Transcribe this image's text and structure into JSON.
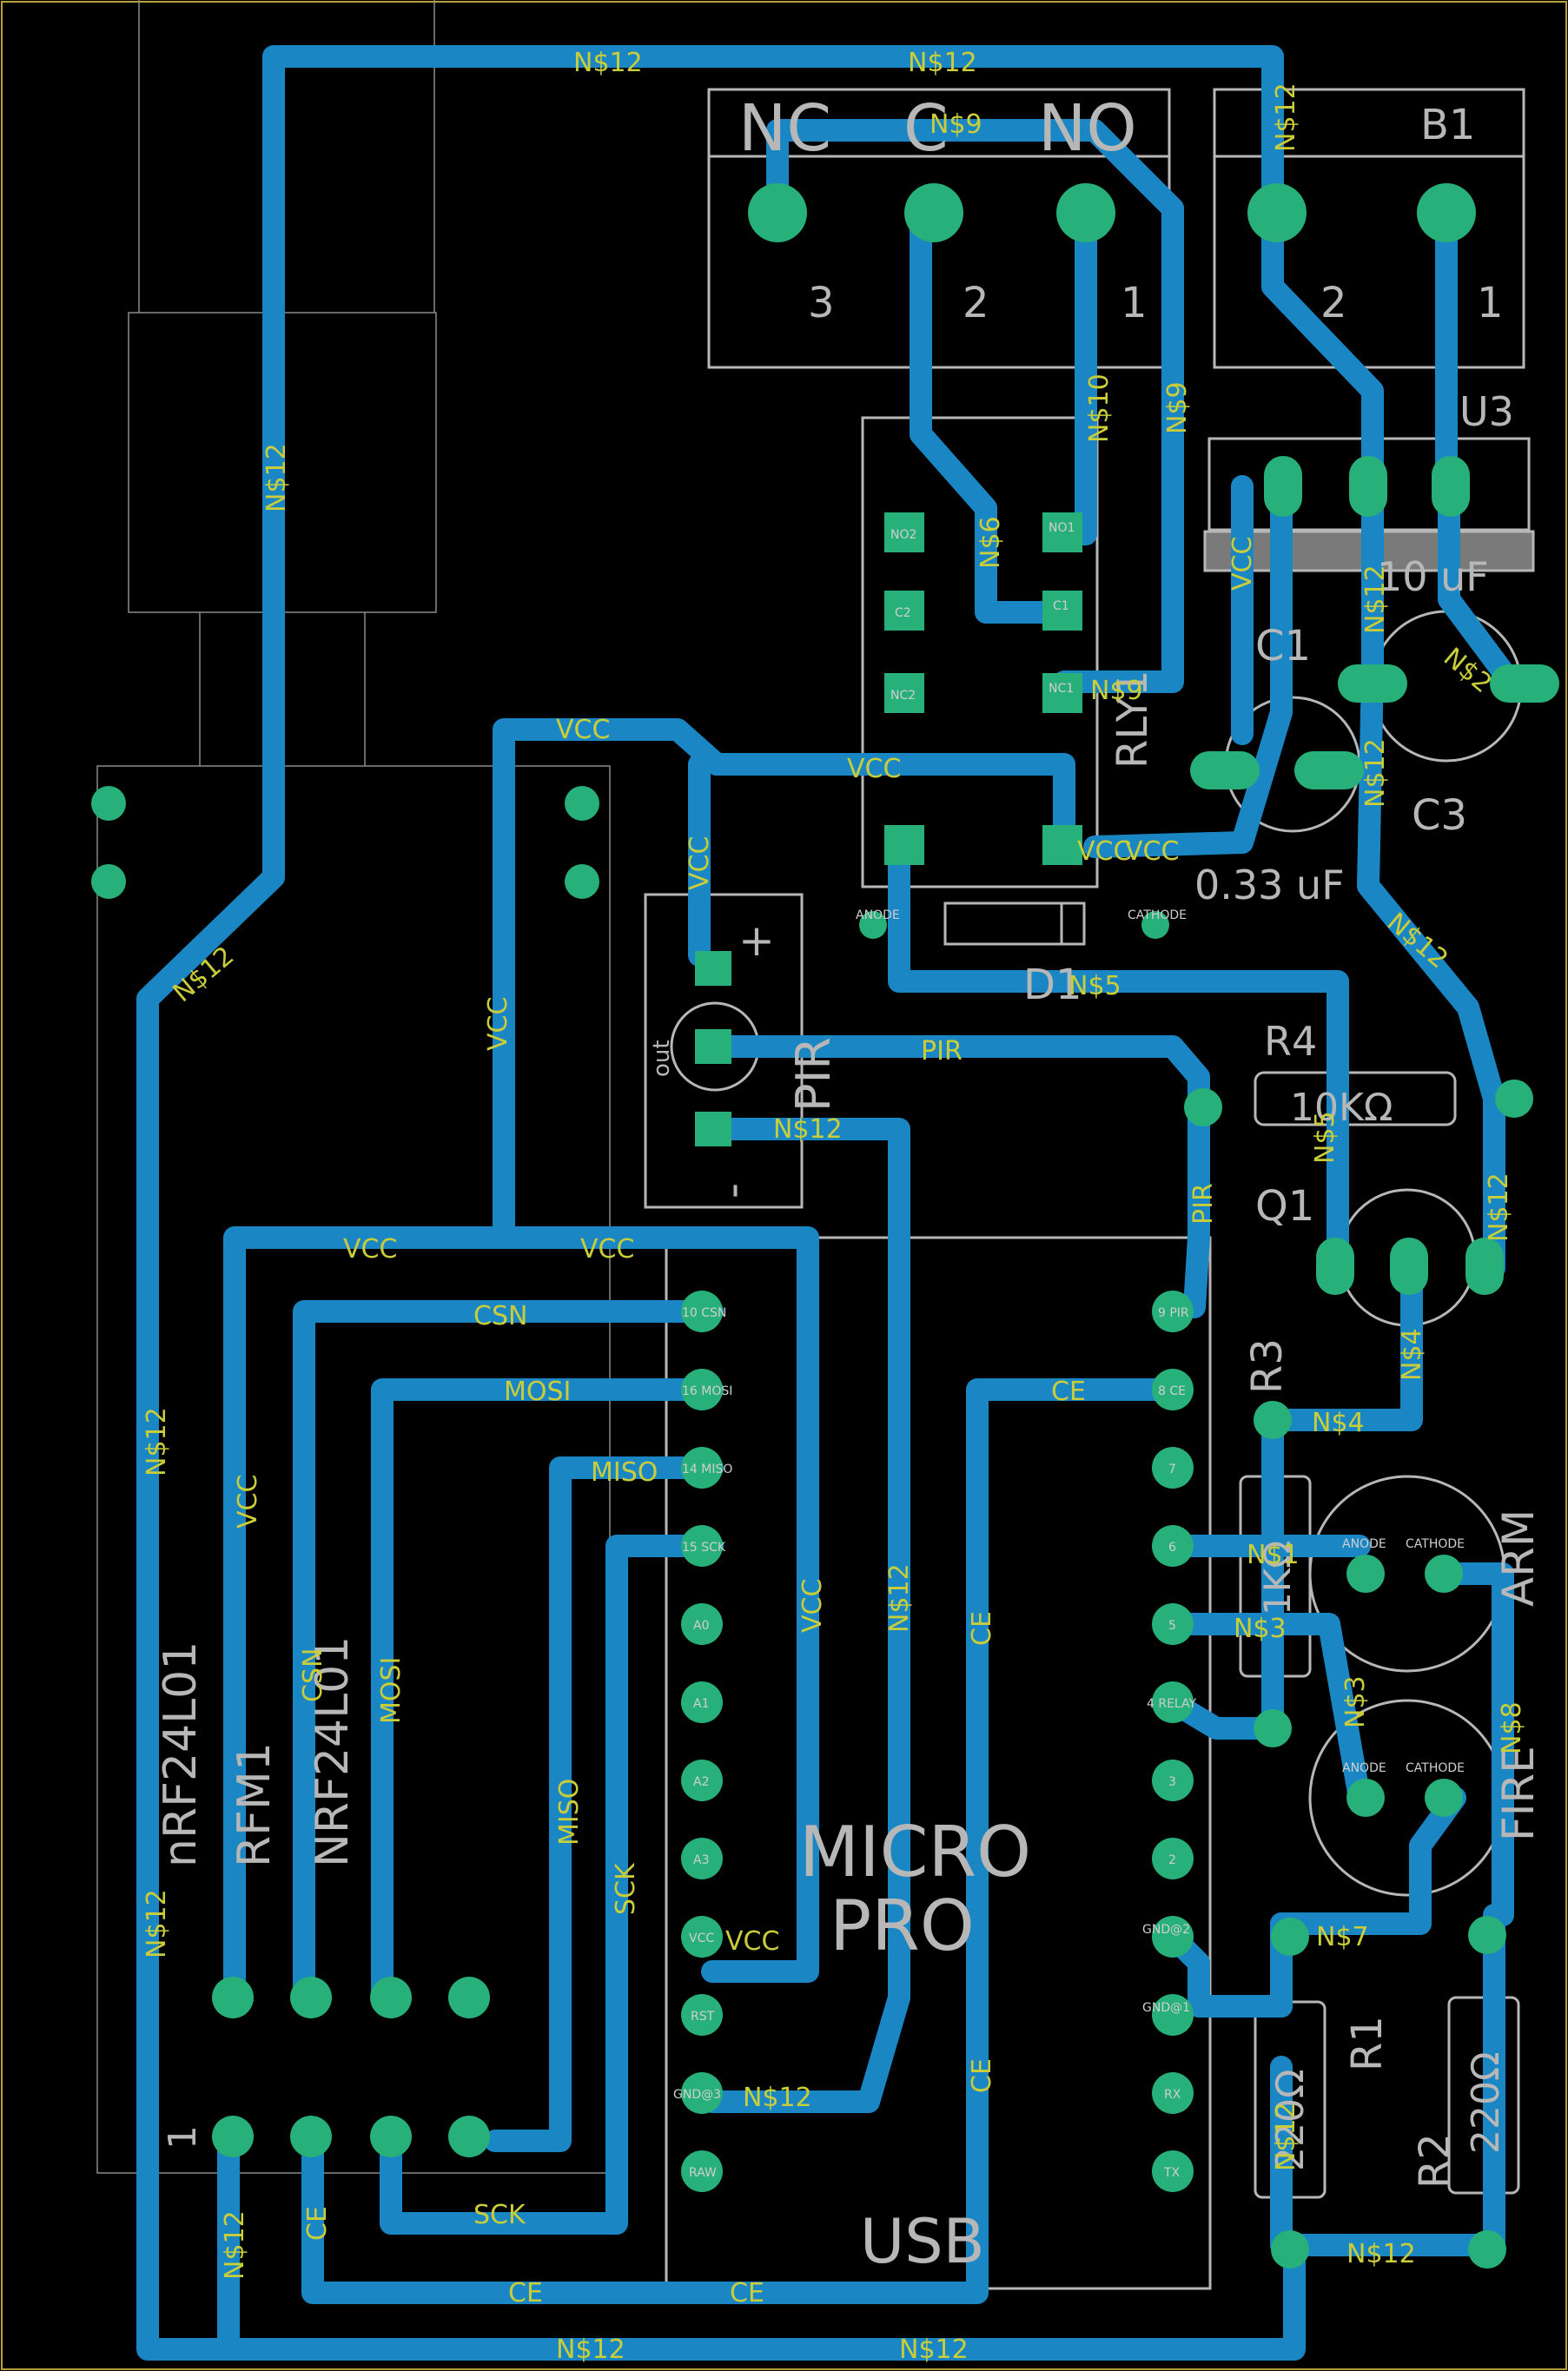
{
  "colors": {
    "background": "#000000",
    "trace": "#1a87c4",
    "pad": "#27b07a",
    "label": "#c9cd3a",
    "silk": "#b7b7b7",
    "frame": "#b8a13a"
  },
  "nets": {
    "n12": "N$12",
    "n9": "N$9",
    "n10": "N$10",
    "n6": "N$6",
    "n5": "N$5",
    "n4": "N$4",
    "n3": "N$3",
    "n7": "N$7",
    "n2": "N$2",
    "n8": "N$8",
    "n1": "N$1",
    "vcc": "VCC",
    "pir": "PIR",
    "csn": "CSN",
    "mosi": "MOSI",
    "miso": "MISO",
    "sck": "SCK",
    "ce": "CE"
  },
  "components": {
    "relay_terms": {
      "nc": "NC",
      "c": "C",
      "no": "NO",
      "p3": "3",
      "p2": "2",
      "p1": "1"
    },
    "b1": {
      "name": "B1",
      "p2": "2",
      "p1": "1"
    },
    "u3": "U3",
    "c1": {
      "name": "C1",
      "value": "0.33 uF"
    },
    "c3": {
      "name": "C3",
      "value": "10 uF"
    },
    "rly": "RLY1",
    "d1": "D1",
    "pir": {
      "name": "PIR",
      "out": "out",
      "plus": "+",
      "minus": "-"
    },
    "r4": {
      "name": "R4",
      "value": "10KΩ"
    },
    "q1": "Q1",
    "r3": {
      "name": "R3",
      "value": "1KΩ"
    },
    "arm": "ARM",
    "fire": "FIRE",
    "r1": {
      "name": "R1",
      "value": "220Ω"
    },
    "r2": {
      "name": "R2",
      "value": "220Ω"
    },
    "mcu": {
      "line1": "MICRO",
      "line2": "PRO",
      "usb": "USB"
    },
    "nrf": {
      "label_a": "nRF24L01",
      "label_b": "NRF24L01",
      "rfm": "RFM1",
      "pin1": "1"
    }
  },
  "pin_labels": {
    "csn": "10 CSN",
    "mosi": "16 MOSI",
    "miso": "14 MISO",
    "sck": "15 SCK",
    "a0": "A0",
    "a1": "A1",
    "a2": "A2",
    "a3": "A3",
    "vcc": "VCC",
    "rst": "RST",
    "gnd": "GND@3",
    "raw": "RAW",
    "pir": "9 PIR",
    "ce": "8 CE",
    "p7": "7",
    "p6": "6",
    "p5": "5",
    "p4": "4 RELAY",
    "p3": "3",
    "p2": "2",
    "gnd2": "GND@2",
    "gnd1": "GND@1",
    "rx": "RX",
    "tx": "TX",
    "relay_no2": "NO2",
    "relay_c2": "C2",
    "relay_nc2": "NC2",
    "relay_no1": "NO1",
    "relay_c1": "C1",
    "relay_nc1": "NC1",
    "anode": "ANODE",
    "cathode": "CATHODE"
  }
}
